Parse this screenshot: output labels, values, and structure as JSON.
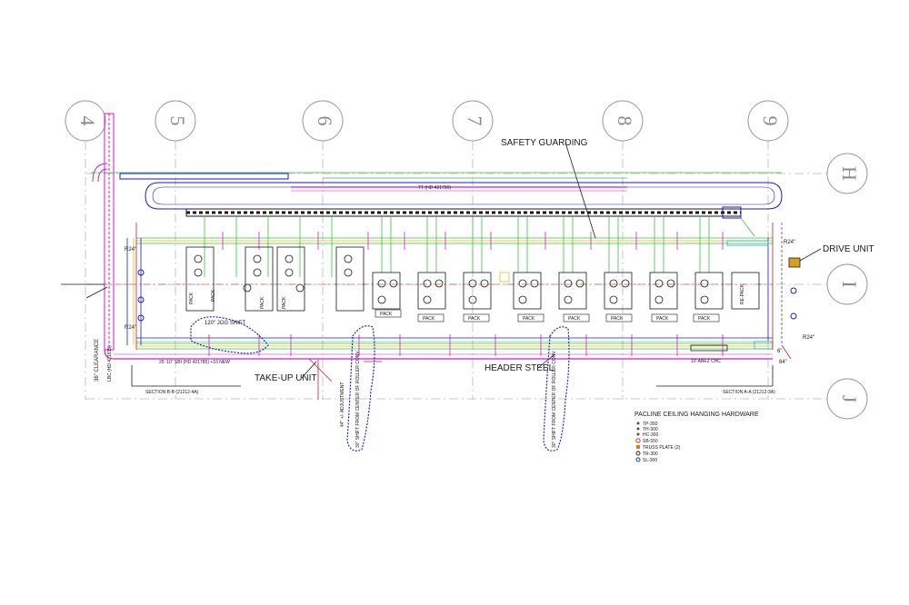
{
  "grid_columns": [
    "4",
    "5",
    "6",
    "7",
    "8",
    "9"
  ],
  "grid_rows": [
    "H",
    "I",
    "J"
  ],
  "callouts": {
    "safety_guarding": "SAFETY GUARDING",
    "drive_unit": "DRIVE UNIT",
    "take_up_unit": "TAKE-UP UNIT",
    "header_steel": "HEADER STEEL",
    "jog_shift": "120\" JOG SHIFT",
    "clearance": "36\" CLEARANCE",
    "shift_note_1": "30\" SHIFT FROM CENTER OF ROLLER CONV.",
    "shift_note_2": "30\" SHIFT FROM CENTER OF ROLLER CONV.",
    "adjustment": "44\" +/- ADJUSTMENT",
    "section_b": "SECTION B-B (21212-4A)",
    "section_a": "SECTION A-A (21212-3A)",
    "abez": "10' ABEZ CHC",
    "sbi_new": "25'-10\" SBI (HD 421785) +10 NEW",
    "dim_84": "84\"",
    "dim_6": "6\""
  },
  "radius_labels": [
    "R24\"",
    "R24\"",
    "R24\"",
    "R24\""
  ],
  "station_labels": [
    "PACK",
    "PACK",
    "PACK",
    "PACK",
    "PACK",
    "PACK",
    "PACK",
    "PACK",
    "PACK",
    "PACK",
    "PACK",
    "PACK",
    "RE-PACK"
  ],
  "legend": {
    "title": "PACLINE CEILING HANGING HARDWARE",
    "items": [
      {
        "label": "TP-350",
        "color": "#2a6b2a"
      },
      {
        "label": "TH-300",
        "color": "#2a6b2a"
      },
      {
        "label": "HC-300",
        "color": "#2a6b2a"
      },
      {
        "label": "SB-550",
        "color": "#d11a1a"
      },
      {
        "label": "TRUSS PLATE (2)",
        "color": "#e07a10"
      },
      {
        "label": "TR-300",
        "color": "#1a1a1a"
      },
      {
        "label": "SL-300",
        "color": "#1a2ad1"
      }
    ]
  },
  "colors": {
    "grid": "#9a9a9a",
    "conveyor_magenta": "#d11ad1",
    "conveyor_blue": "#1a1ad1",
    "guard_green": "#3ac23a",
    "steel_red": "#d11a1a",
    "yellow": "#d4c21a",
    "cyan": "#1ab0c2"
  }
}
